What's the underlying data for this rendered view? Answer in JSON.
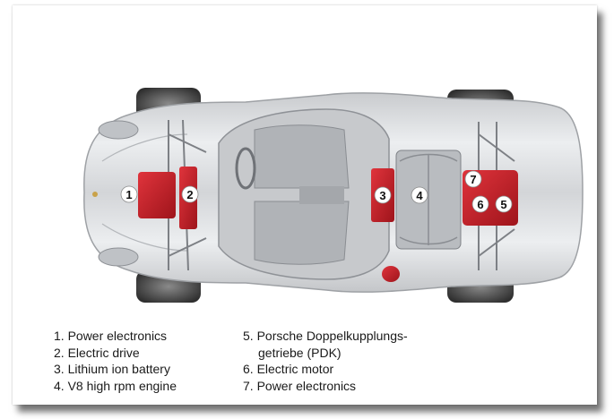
{
  "components": [
    {
      "number": "1",
      "name": "Power electronics"
    },
    {
      "number": "2",
      "name": "Electric drive"
    },
    {
      "number": "3",
      "name": "Lithium ion battery"
    },
    {
      "number": "4",
      "name": "V8 high rpm engine"
    },
    {
      "number": "5",
      "name": "Porsche Doppelkupplungs-",
      "name_cont": "getriebe (PDK)"
    },
    {
      "number": "6",
      "name": "Electric motor"
    },
    {
      "number": "7",
      "name": "Power electronics"
    }
  ],
  "legend": {
    "left": [
      "1. Power electronics",
      "2. Electric drive",
      "3. Lithium ion battery",
      "4. V8 high rpm engine"
    ],
    "right": [
      "5. Porsche Doppelkupplungs-",
      "getriebe (PDK)",
      "6. Electric motor",
      "7. Power electronics"
    ]
  },
  "colors": {
    "highlight": "#c8202a",
    "body": "#d7d9dc",
    "tire": "#3a3a3a"
  }
}
